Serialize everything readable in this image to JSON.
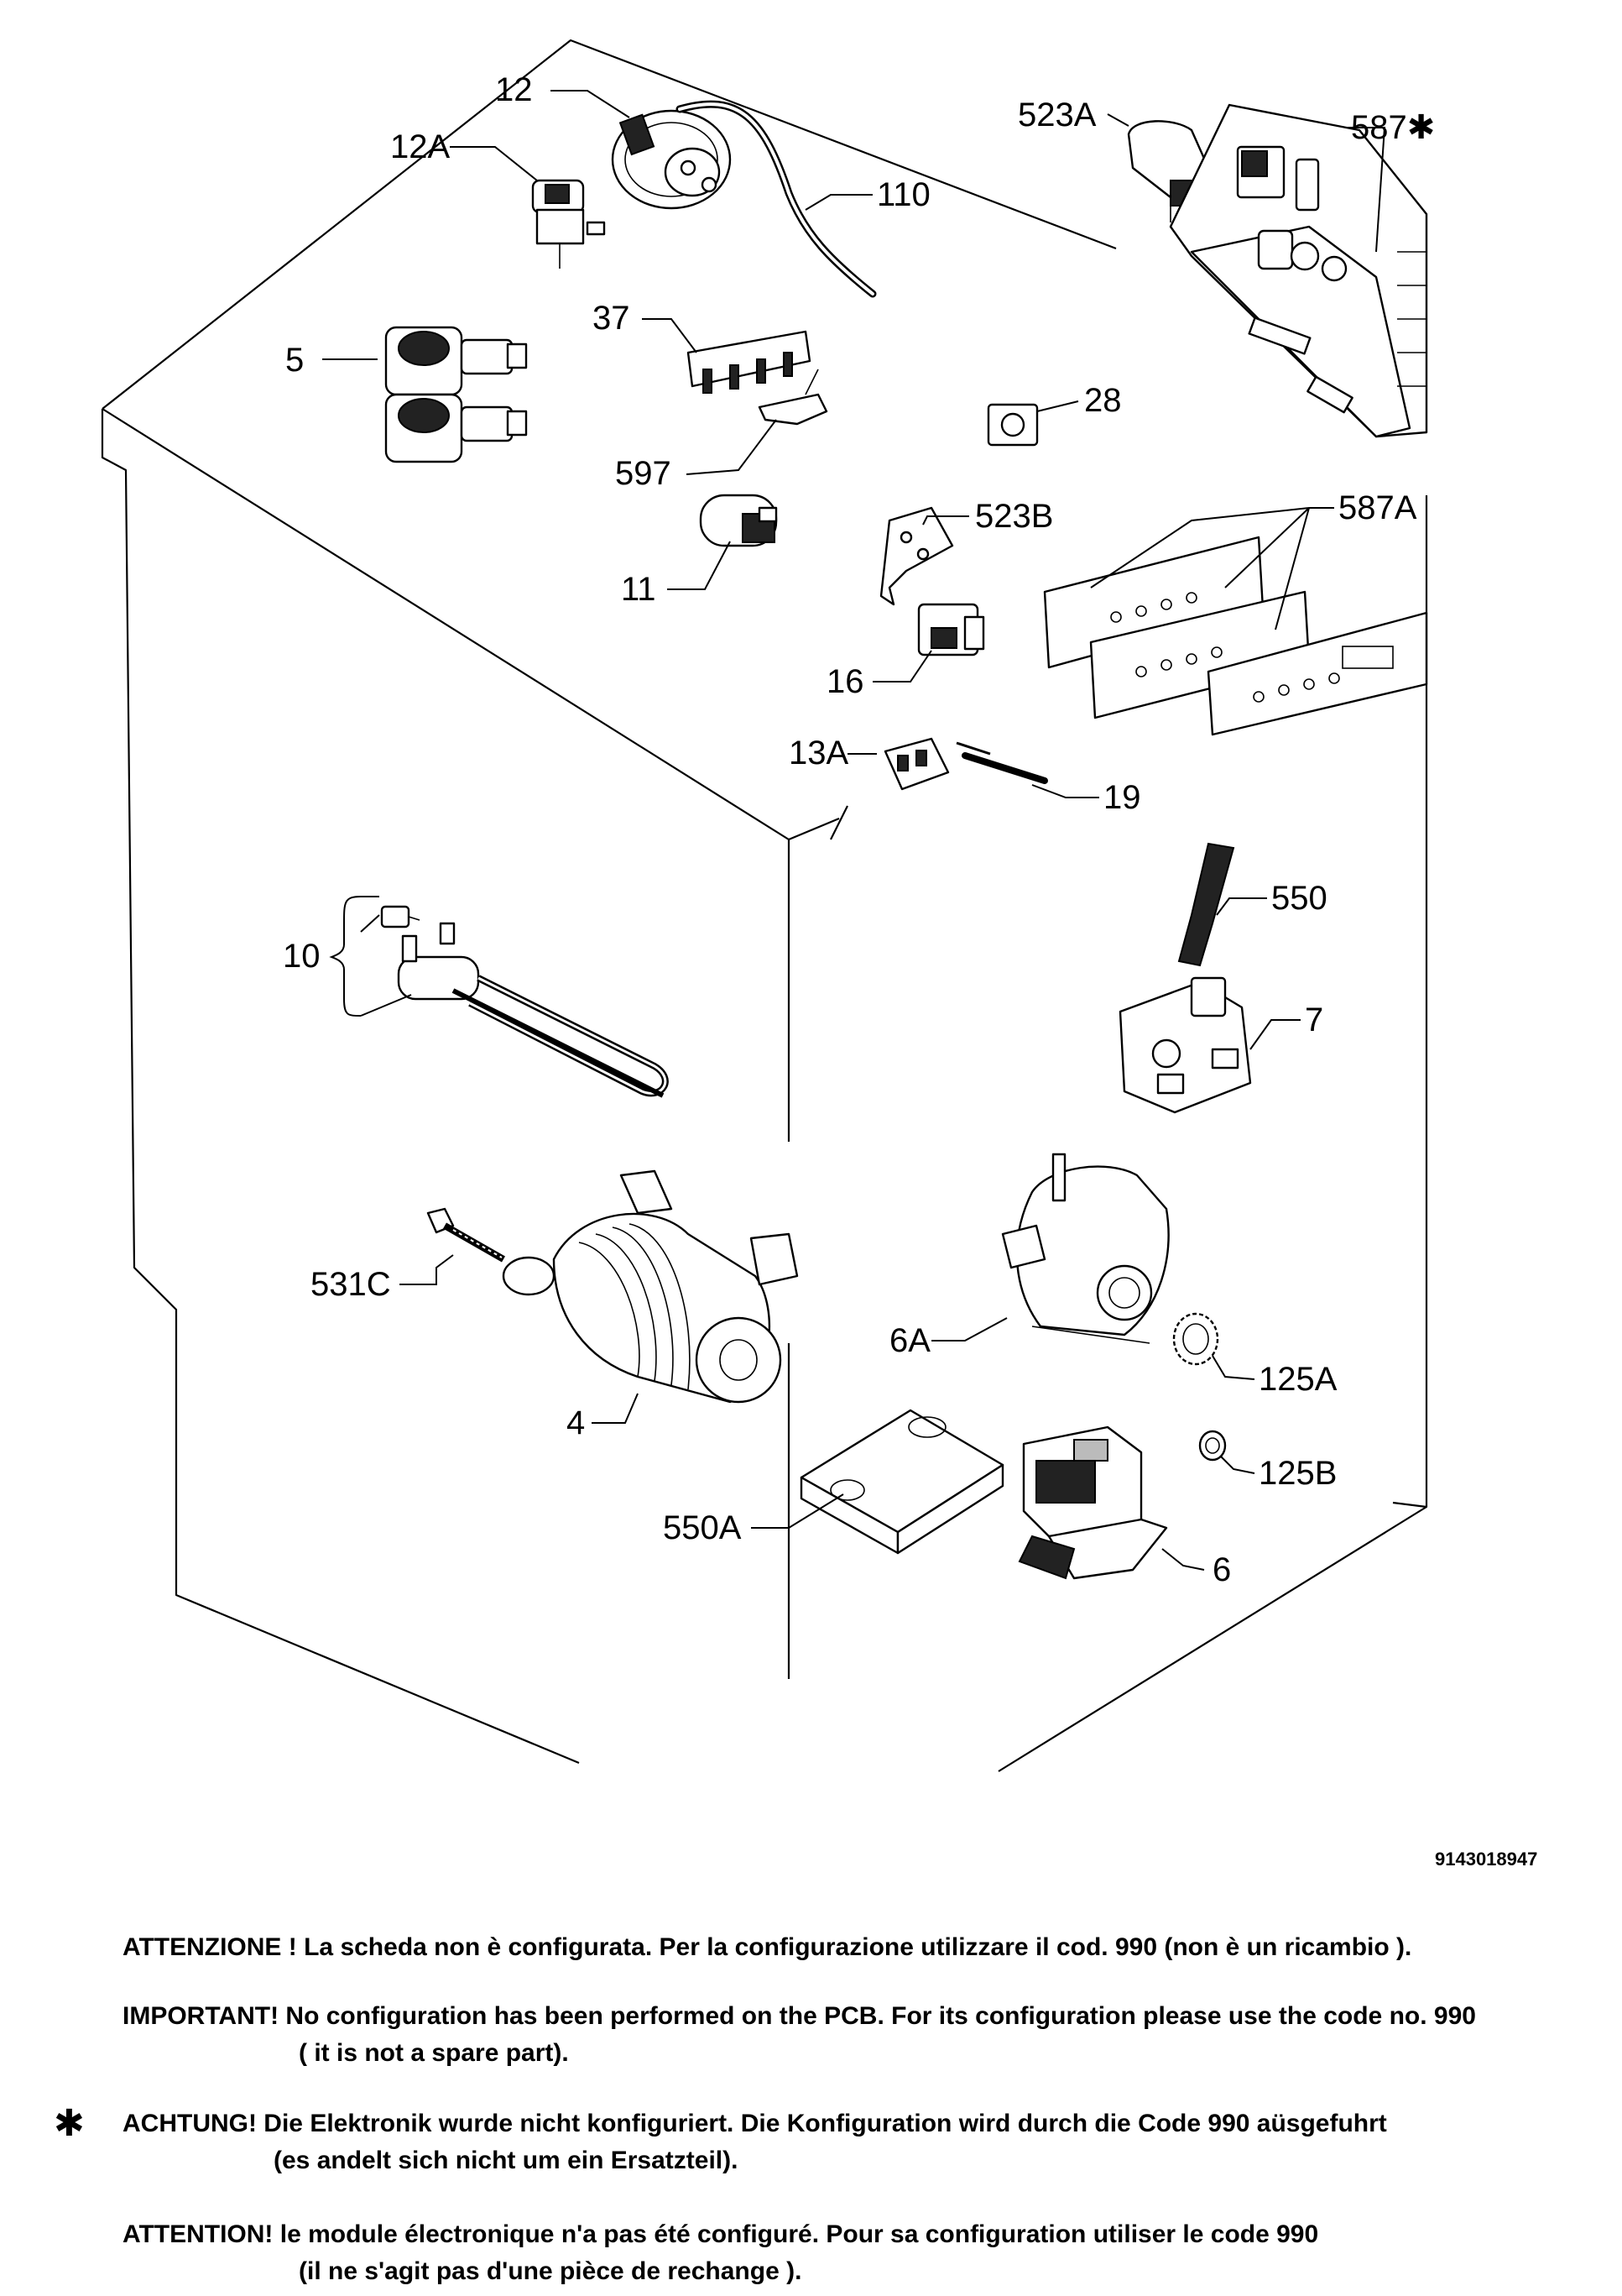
{
  "labels": {
    "p12": "12",
    "p12a": "12A",
    "p110": "110",
    "p523a": "523A",
    "p587star": "587✱",
    "p5": "5",
    "p37": "37",
    "p28": "28",
    "p597": "597",
    "p523b": "523B",
    "p587a": "587A",
    "p11": "11",
    "p16": "16",
    "p13a": "13A",
    "p19": "19",
    "p10": "10",
    "p550": "550",
    "p7": "7",
    "p531c": "531C",
    "p6a": "6A",
    "p125a": "125A",
    "p4": "4",
    "p125b": "125B",
    "p550a": "550A",
    "p6": "6"
  },
  "code": "9143018947",
  "notes": {
    "it": "ATTENZIONE ! La scheda non è  configurata. Per la configurazione utilizzare il cod. 990 (non è un ricambio ).",
    "en_1": "IMPORTANT! No configuration has been performed on the PCB. For its configuration please use the code no. 990",
    "en_2": "( it is not a spare part).",
    "star": "✱",
    "de_1": "ACHTUNG! Die Elektronik wurde nicht konfiguriert. Die Konfiguration wird durch die Code 990 aüsgefuhrt",
    "de_2": "(es andelt sich nicht um ein Ersatzteil).",
    "fr_1": "ATTENTION! le module électronique n'a pas été configuré. Pour  sa configuration utiliser le code 990",
    "fr_2": "(il ne s'agit pas d'une pièce de rechange )."
  }
}
